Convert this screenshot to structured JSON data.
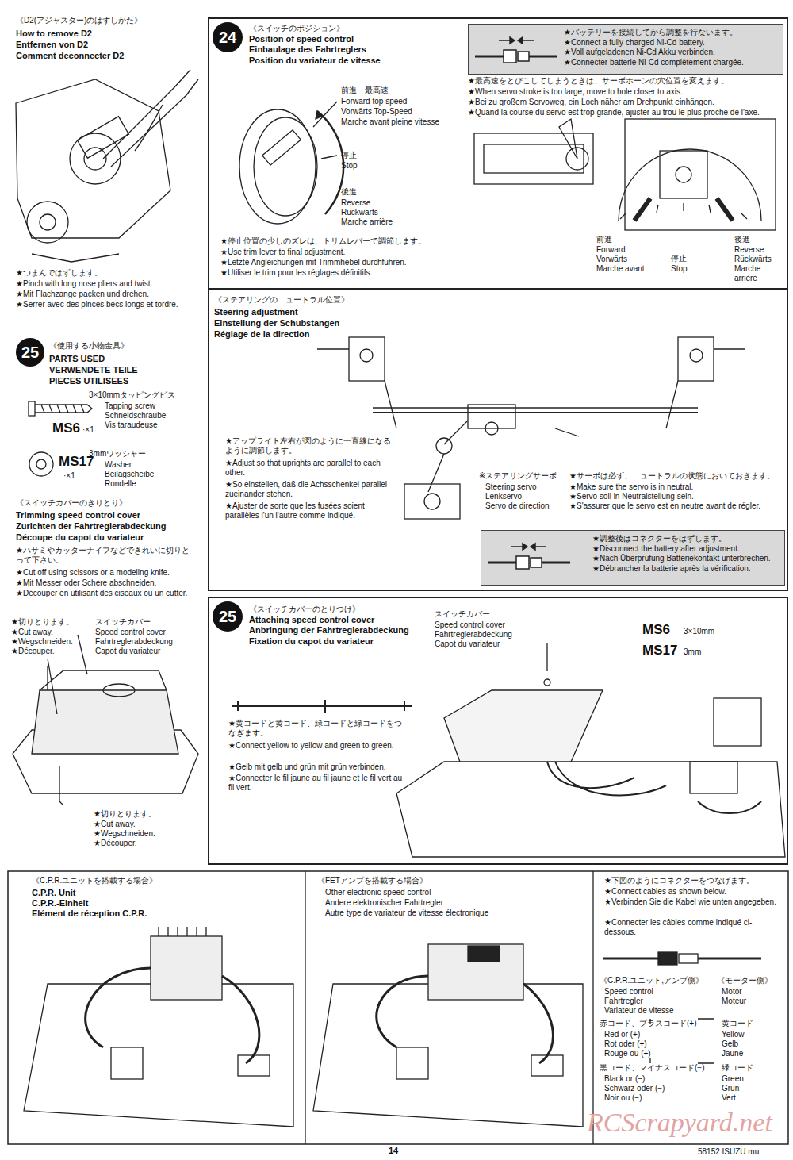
{
  "diagram": {
    "nodes": [
      {
        "text": [
          "《スイッチのポジション》",
          "Position of speed control",
          "Einbaulage des Fahrtreglers",
          "Position du variateur de vitesse"
        ]
      },
      {
        "text": [
          "24"
        ],
        "in": 0
      },
      {
        "text": [
          "★バッテリーを接続してから調整を行ないます。",
          "★Connect a fully charged Ni-Cd battery.",
          "★Voll aufgeladenen Ni-Cd Akku verbinden.",
          "★Connecter batterie Ni-Cd complètement chargée."
        ],
        "in": 0
      },
      {
        "text": [
          "★調整後はコネクターをはずします。",
          "★Disconnect the battery after adjustment.",
          "★Nach Überprüfung Batteriekontakt unterbrechen.",
          "★Débrancher la batterie après la vérification."
        ],
        "in": 0
      },
      {
        "text": [
          "《スイッチカバーのとりつけ》",
          "Attaching speed control cover",
          "Anbringung der Fahrtreglerabdeckung",
          "Fixation du capot du variateur"
        ]
      },
      {
        "text": [
          "25"
        ],
        "in": 4
      },
      {
        "text": [
          "25"
        ]
      }
    ],
    "labels": [
      "《D2(アジャスター)のはずしかた》",
      "How to remove D2",
      "Entfernen von D2",
      "Comment deconnecter D2",
      "★つまんではずします。",
      "★Pinch with long nose pliers and twist.",
      "★Mit Flachzange packen und drehen.",
      "★Serrer avec des pinces becs longs et tordre.",
      "《使用する小物金具》",
      "PARTS USED",
      "VERWENDETE TEILE",
      "PIECES UTILISEES",
      "3×10mmタッピングビス",
      "Tapping screw",
      "Schneidschraube",
      "Vis taraudeuse",
      "MS6",
      "·×1",
      "3mmワッシャー",
      "Washer",
      "Beilagscheibe",
      "Rondelle",
      "MS17",
      "·×1",
      "《スイッチカバーのきりとり》",
      "Trimming speed control cover",
      "Zurichten der Fahrtreglerabdeckung",
      "Découpe du capot du variateur",
      "★ハサミやカッターナイフなどできれいに切りとって下さい。",
      "★Cut off using scissors or a modeling knife.",
      "★Mit Messer oder Schere abschneiden.",
      "★Découper en utilisant des ciseaux ou un cutter.",
      "★切りとります。",
      "★Cut away.",
      "★Wegschneiden.",
      "★Découper.",
      "スイッチカバー",
      "Speed control cover",
      "Fahrtreglerabdeckung",
      "Capot du variateur",
      "★切りとります。",
      "★Cut away.",
      "★Wegschneiden.",
      "★Découper.",
      "前進　最高速",
      "Forward top speed",
      "Vorwärts Top-Speed",
      "Marche avant pleine vitesse",
      "停止",
      "Stop",
      "後進",
      "Reverse",
      "Rückwärts",
      "Marche arrière",
      "★停止位置の少しのズレは、トリムレバーで調節します。",
      "★Use trim lever to final adjustment.",
      "★Letzte Angleichungen mit Trimmhebel durchführen.",
      "★Utiliser le trim pour les réglages définitifs.",
      "★最高速をとびこしてしまうときは、サーボホーンの穴位置を変えます。",
      "★When servo stroke is too large, move to hole closer to axis.",
      "★Bei zu großem Servoweg, ein Loch näher am Drehpunkt einhängen.",
      "★Quand la course du servo est trop grande, ajuster au trou le plus proche de l'axe.",
      "前進",
      "Forward",
      "Vorwärts",
      "Marche avant",
      "停止",
      "Stop",
      "後進",
      "Reverse",
      "Rückwärts",
      "Marche",
      "arrière",
      "《ステアリングのニュートラル位置》",
      "Steering adjustment",
      "Einstellung der Schubstangen",
      "Réglage de la direction",
      "★アップライト左右が図のように一直線になるように調節します。",
      "★Adjust so that uprights are parallel to each other.",
      "★So einstellen, daß die Achsschenkel parallel zueinander stehen.",
      "★Ajuster de sorte que les fusées soient parallèles l'un l'autre comme indiqué.",
      "※ステアリングサーボ",
      "Steering servo",
      "Lenkservo",
      "Servo de direction",
      "★サーボは必ず、ニュートラルの状態においておきます。",
      "★Make sure the servo is in neutral.",
      "★Servo soll in Neutralstellung sein.",
      "★S'assurer que le servo est en neutre avant de régler.",
      "スイッチカバー",
      "Speed control cover",
      "Fahrtreglerabdeckung",
      "Capot du variateur",
      "MS6",
      "3×10mm",
      "MS17",
      "3mm",
      "★黄コードと黄コード、緑コードと緑コードをつなぎます。",
      "★Connect yellow to yellow and green to green.",
      "★Gelb mit gelb und grün mit grün verbinden.",
      "★Connecter le fil jaune au fil jaune et le fil vert au fil vert.",
      "《C.P.R.ユニットを搭載する場合》",
      "C.P.R. Unit",
      "C.P.R.-Einheit",
      "Elément de réception C.P.R.",
      "《FETアンプを搭載する場合》",
      "Other electronic speed control",
      "Andere elektronischer Fahrtregler",
      "Autre type de variateur de vitesse électronique",
      "★下図のようにコネクターをつなげます。",
      "★Connect cables as shown below.",
      "★Verbinden Sie die Kabel wie unten angegeben.",
      "★Connecter les câbles comme indiqué ci-dessous.",
      "《C.P.R.ユニット,アンプ側》",
      "Speed control",
      "Fahrtregler",
      "Variateur de vitesse",
      "《モーター側》",
      "Motor",
      "Moteur",
      "赤コード、プラスコード(+)",
      "Red or (+)",
      "Rot oder (+)",
      "Rouge ou (+)",
      "黄コード",
      "Yellow",
      "Gelb",
      "Jaune",
      "黒コード、マイナスコード(−)",
      "Black or (−)",
      "Schwarz oder (−)",
      "Noir ou (−)",
      "緑コード",
      "Green",
      "Grün",
      "Vert",
      "14",
      "58152 ISUZU mu",
      "RCScrapyard.net"
    ]
  }
}
